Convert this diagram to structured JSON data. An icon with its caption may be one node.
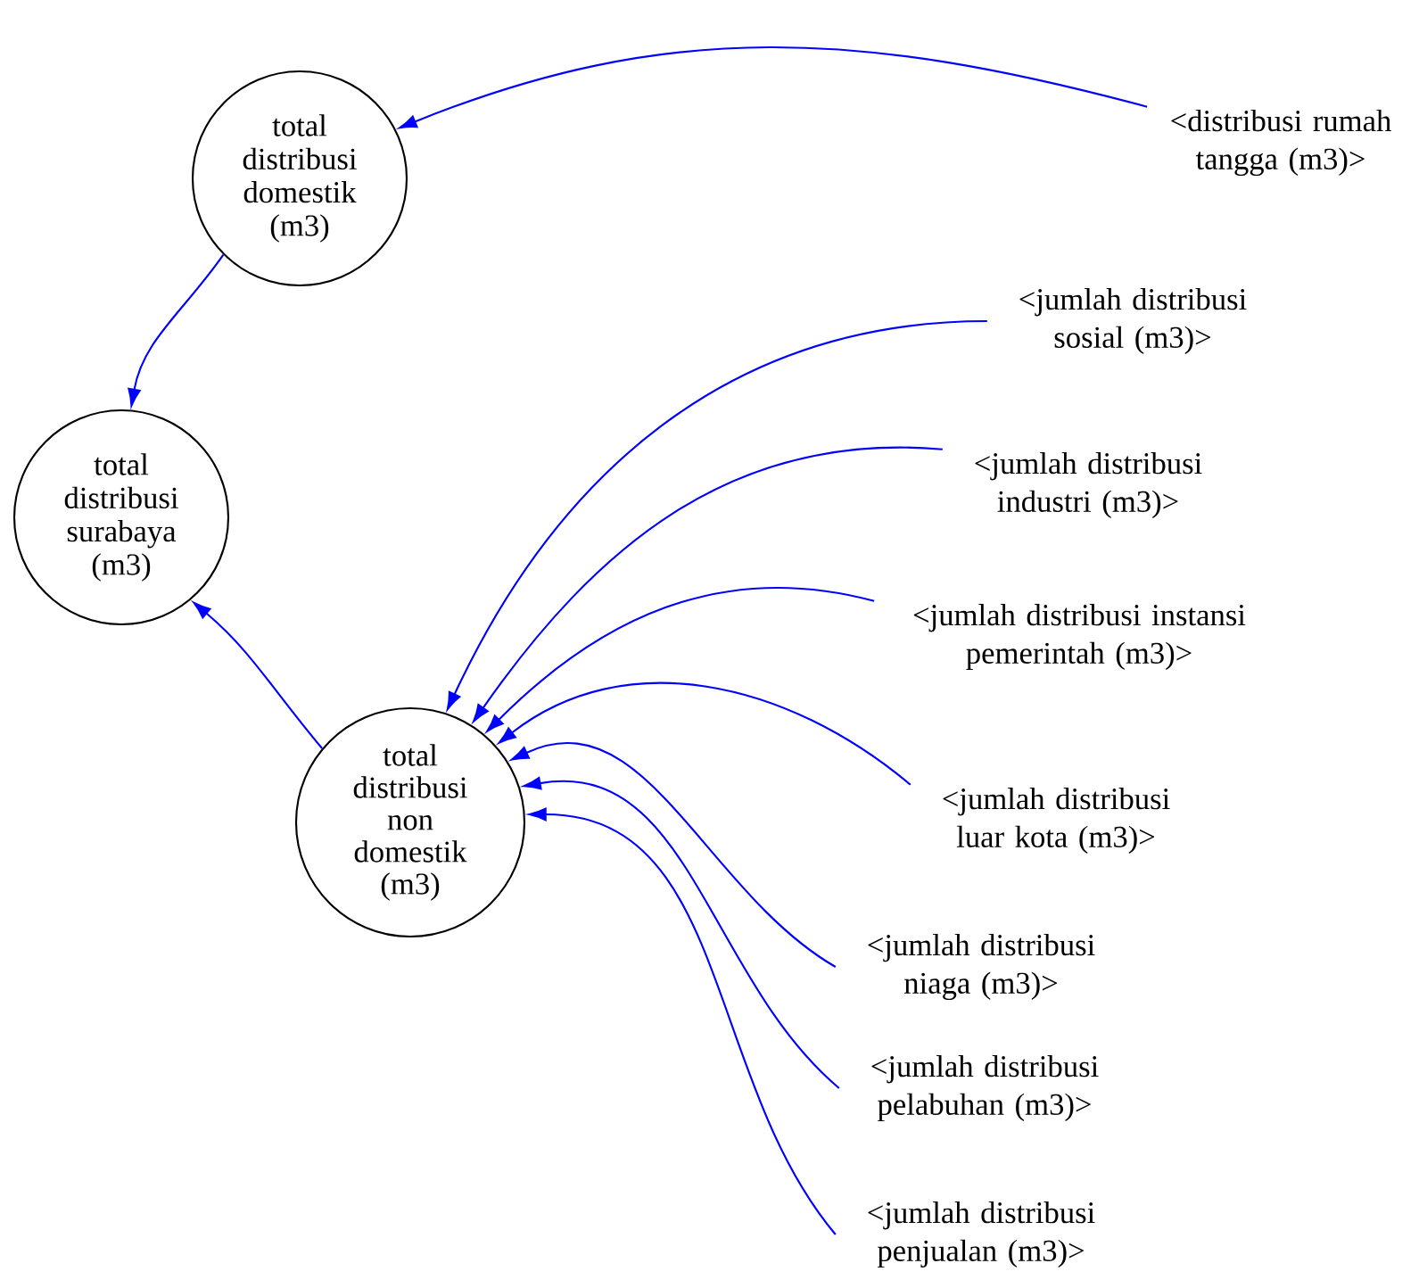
{
  "diagram": {
    "nodes": [
      {
        "text": [
          "total distribusi domestik (m3)"
        ]
      },
      {
        "text": [
          "total distribusi surabaya (m3)"
        ]
      },
      {
        "text": [
          "total distribusi non domestik (m3)"
        ]
      },
      {
        "text": [
          "<distribusi rumah tangga (m3)>"
        ]
      },
      {
        "text": [
          "<jumlah distribusi sosial (m3)>"
        ]
      },
      {
        "text": [
          "<jumlah distribusi industri (m3)>"
        ]
      },
      {
        "text": [
          "<jumlah distribusi instansi pemerintah (m3)>"
        ]
      },
      {
        "text": [
          "<jumlah distribusi luar kota (m3)>"
        ]
      },
      {
        "text": [
          "<jumlah distribusi niaga (m3)>"
        ]
      },
      {
        "text": [
          "<jumlah distribusi pelabuhan (m3)>"
        ]
      },
      {
        "text": [
          "<jumlah distribusi penjualan (m3)>"
        ]
      }
    ],
    "edges": [
      {
        "from": 3,
        "to": 0,
        "arrow": "to"
      },
      {
        "from": 0,
        "to": 1,
        "arrow": "to"
      },
      {
        "from": 2,
        "to": 1,
        "arrow": "to"
      },
      {
        "from": 4,
        "to": 2,
        "arrow": "to"
      },
      {
        "from": 5,
        "to": 2,
        "arrow": "to"
      },
      {
        "from": 6,
        "to": 2,
        "arrow": "to"
      },
      {
        "from": 7,
        "to": 2,
        "arrow": "to"
      },
      {
        "from": 8,
        "to": 2,
        "arrow": "to"
      },
      {
        "from": 9,
        "to": 2,
        "arrow": "to"
      },
      {
        "from": 10,
        "to": 2,
        "arrow": "to"
      }
    ]
  }
}
